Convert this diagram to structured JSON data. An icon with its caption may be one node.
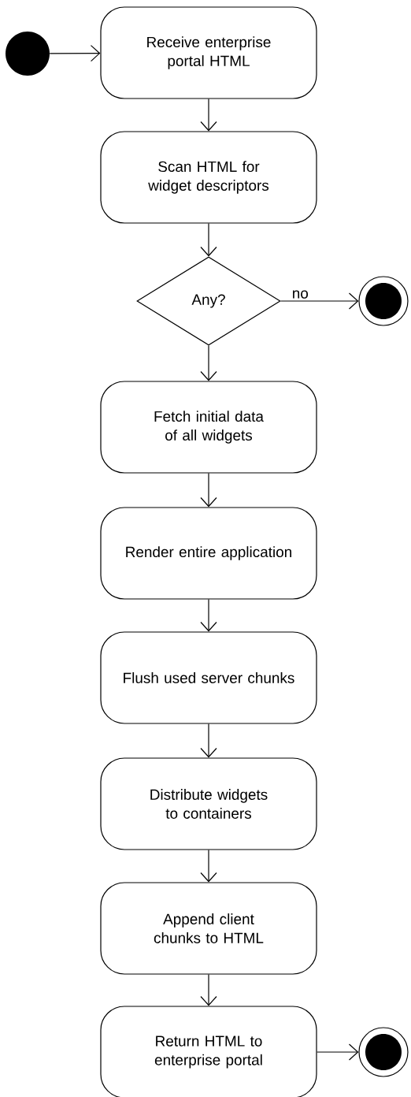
{
  "diagram": {
    "nodes": [
      {
        "text": [],
        "shape": "circle"
      },
      {
        "text": [
          "Receive enterprise portal HTML"
        ]
      },
      {
        "text": [
          "Scan HTML for widget descriptors"
        ]
      },
      {
        "text": [
          "Any?"
        ]
      },
      {
        "text": [],
        "shape": "circle"
      },
      {
        "text": [
          "Fetch initial data of all widgets"
        ]
      },
      {
        "text": [
          "Render entire application"
        ]
      },
      {
        "text": [
          "Flush used server chunks"
        ]
      },
      {
        "text": [
          "Distribute widgets to containers"
        ]
      },
      {
        "text": [
          "Append client chunks to HTML"
        ]
      },
      {
        "text": [
          "Return HTML to enterprise portal"
        ]
      },
      {
        "text": [],
        "shape": "circle"
      }
    ],
    "edges": [
      {
        "from": 0,
        "to": 1,
        "arrow": "to"
      },
      {
        "from": 1,
        "to": 2,
        "arrow": "to"
      },
      {
        "from": 2,
        "to": 3,
        "arrow": "to"
      },
      {
        "from": 3,
        "to": 4,
        "arrow": "to",
        "label": "no"
      },
      {
        "from": 3,
        "to": 5,
        "arrow": "to"
      },
      {
        "from": 5,
        "to": 6,
        "arrow": "to"
      },
      {
        "from": 6,
        "to": 7,
        "arrow": "to"
      },
      {
        "from": 7,
        "to": 8,
        "arrow": "to"
      },
      {
        "from": 8,
        "to": 9,
        "arrow": "to"
      },
      {
        "from": 9,
        "to": 10,
        "arrow": "to"
      },
      {
        "from": 10,
        "to": 11,
        "arrow": "to"
      }
    ]
  }
}
